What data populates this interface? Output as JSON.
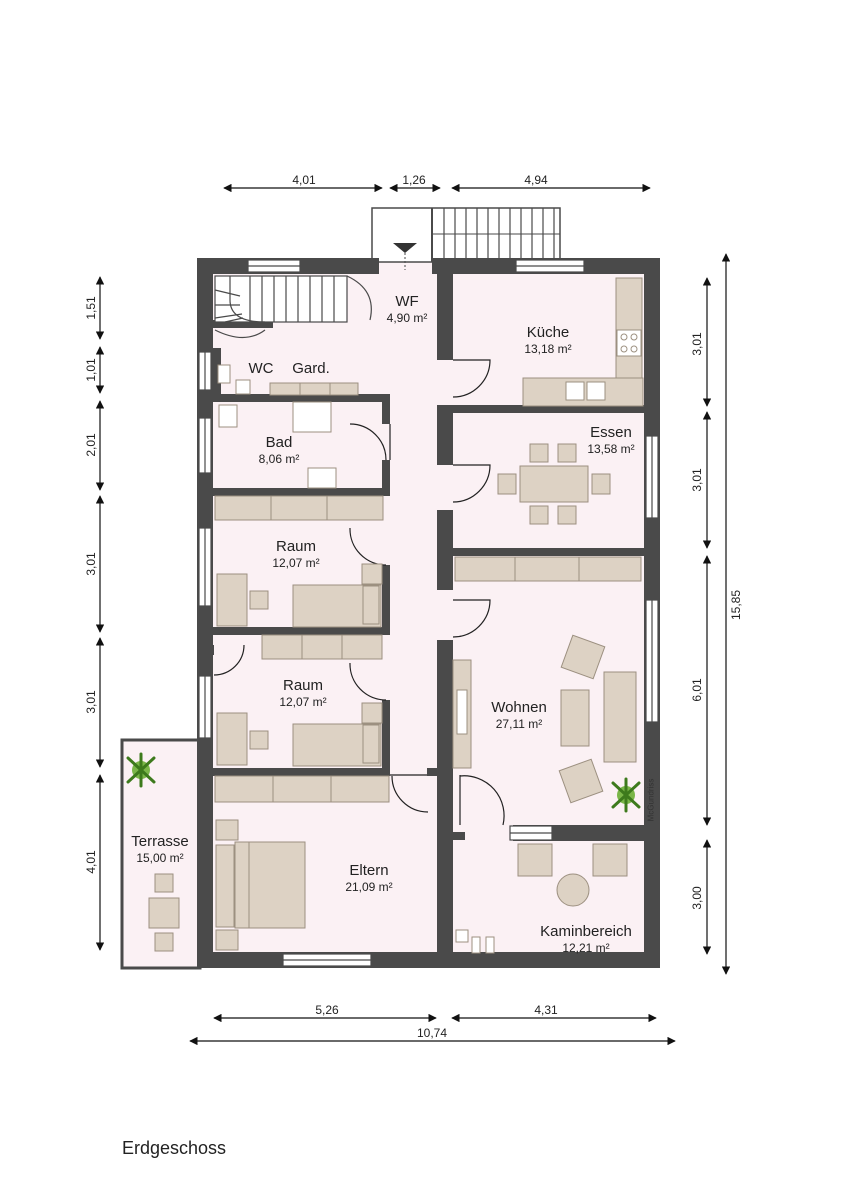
{
  "floor_title": "Erdgeschoss",
  "watermark": "McGundriss",
  "colors": {
    "wall": "#4a4a4a",
    "floor": "#fbf1f4",
    "furniture": "#ddd2c4",
    "furniture_edge": "#9c9080",
    "dimension_line": "#111111"
  },
  "rooms": {
    "wf": {
      "name": "WF",
      "area": "4,90 m²"
    },
    "kueche": {
      "name": "Küche",
      "area": "13,18 m²"
    },
    "wc": {
      "name": "WC",
      "area": ""
    },
    "gard": {
      "name": "Gard.",
      "area": ""
    },
    "bad": {
      "name": "Bad",
      "area": "8,06 m²"
    },
    "essen": {
      "name": "Essen",
      "area": "13,58 m²"
    },
    "raum1": {
      "name": "Raum",
      "area": "12,07 m²"
    },
    "raum2": {
      "name": "Raum",
      "area": "12,07 m²"
    },
    "wohnen": {
      "name": "Wohnen",
      "area": "27,11 m²"
    },
    "terrasse": {
      "name": "Terrasse",
      "area": "15,00 m²"
    },
    "eltern": {
      "name": "Eltern",
      "area": "21,09 m²"
    },
    "kamin": {
      "name": "Kaminbereich",
      "area": "12,21 m²"
    }
  },
  "dimensions": {
    "top": [
      "4,01",
      "1,26",
      "4,94"
    ],
    "bottom": [
      "5,26",
      "4,31"
    ],
    "bottom_total": "10,74",
    "left": [
      "1,51",
      "1,01",
      "2,01",
      "3,01",
      "3,01",
      "4,01"
    ],
    "right": [
      "3,01",
      "3,01",
      "6,01",
      "3,00"
    ],
    "right_total": "15,85"
  }
}
